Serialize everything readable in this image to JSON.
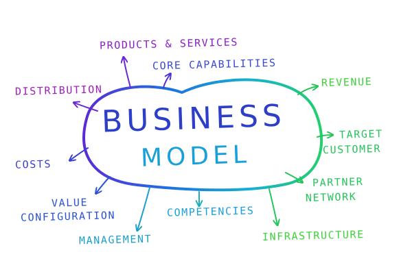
{
  "center": {
    "line1": "BUSINESS",
    "line2": "MODEL",
    "color_line1": "#2d3fc9",
    "color_line2": "#1a9fd9"
  },
  "colors": {
    "purple": "#8a1fc7",
    "violet": "#5b2bd6",
    "blue": "#2a52d8",
    "teal": "#1ba0cc",
    "green": "#27c45c",
    "lime": "#3fd23a"
  },
  "labels": {
    "products_services": "PRODUCTS & SERVICES",
    "core_capabilities": "CORE CAPABILITIES",
    "distribution": "DISTRIBUTION",
    "revenue": "REVENUE",
    "target_customer_1": "TARGET",
    "target_customer_2": "CUSTOMER",
    "costs": "COSTS",
    "partner_network_1": "PARTNER",
    "partner_network_2": "NETWORK",
    "value_configuration_1": "VALUE",
    "value_configuration_2": "CONFIGURATION",
    "competencies": "COMPETENCIES",
    "management": "MANAGEMENT",
    "infrastructure": "INFRASTRUCTURE"
  }
}
